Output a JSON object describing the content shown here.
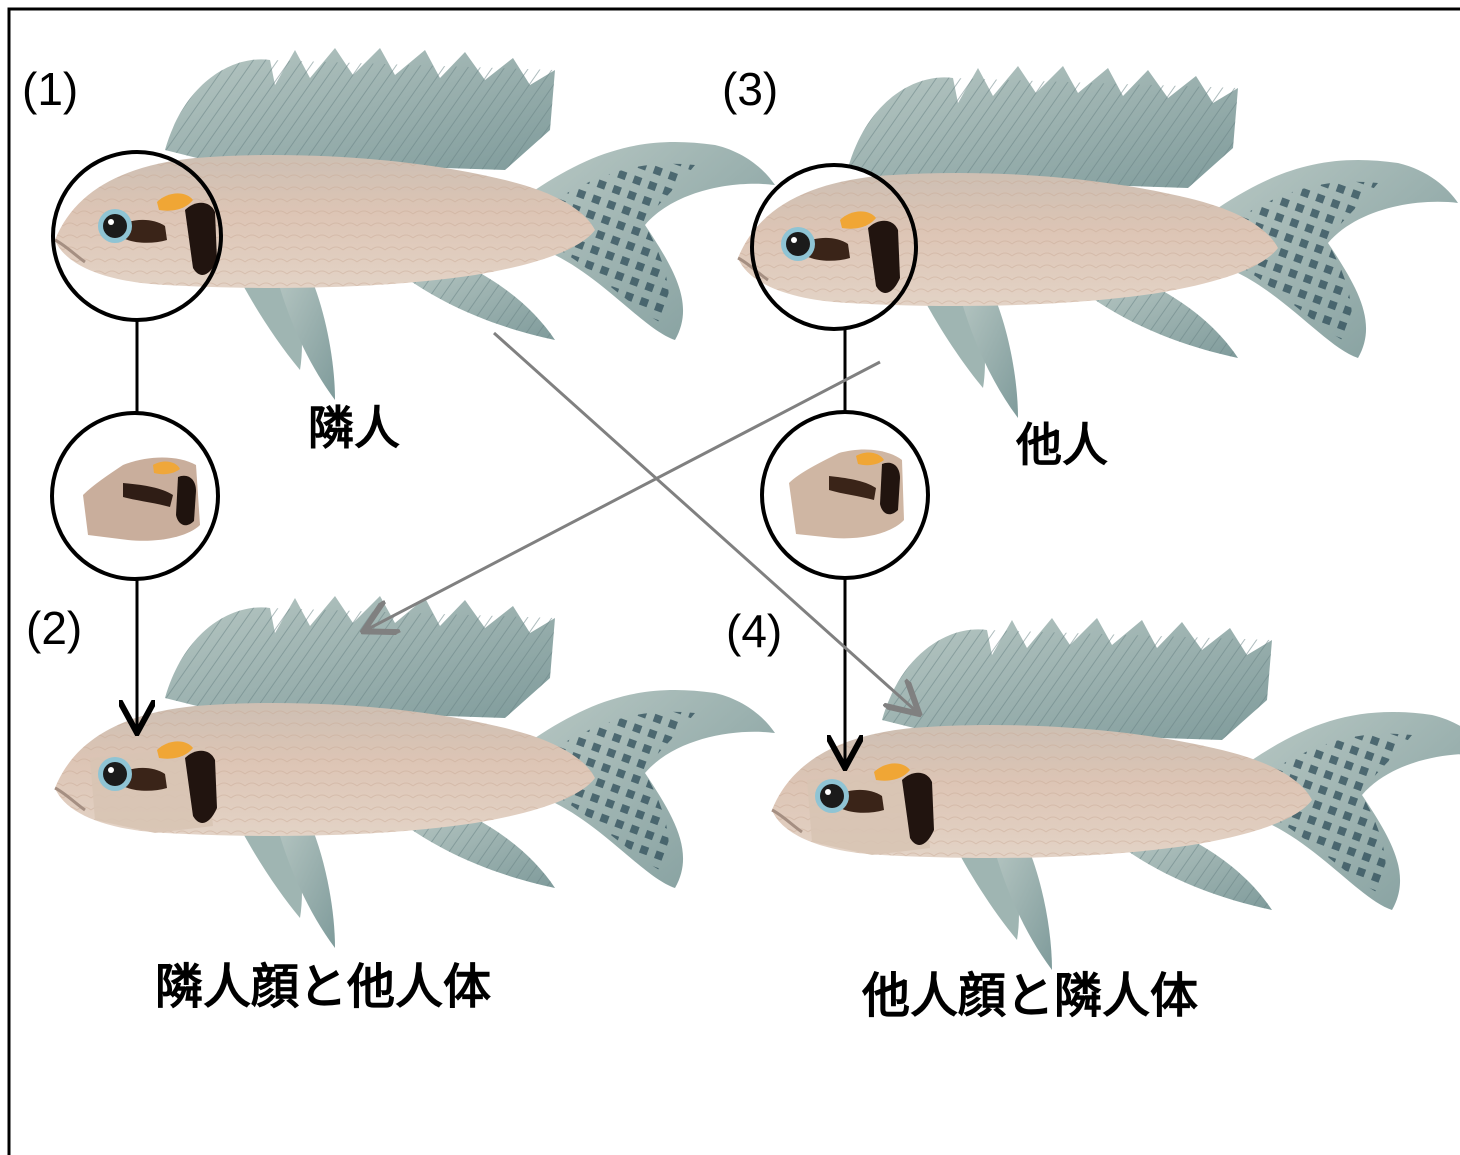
{
  "panels": [
    {
      "id": "1",
      "label": "(1)"
    },
    {
      "id": "2",
      "label": "(2)"
    },
    {
      "id": "3",
      "label": "(3)"
    },
    {
      "id": "4",
      "label": "(4)"
    }
  ],
  "captions": {
    "neighbor": "隣人",
    "stranger": "他人",
    "neighbor_face_stranger_body": "隣人顔と他人体",
    "stranger_face_neighbor_body": "他人顔と隣人体"
  },
  "colors": {
    "frame": "#000000",
    "arrow_black": "#000000",
    "arrow_grey": "#808080",
    "fish_body": "#dcc6b6",
    "fish_fin": "#93aaa6",
    "tail_dark": "#3d5a64",
    "face_bar": "#2a1a14",
    "face_spot": "#f2a93a",
    "eye_ring": "#8fc4d4"
  }
}
